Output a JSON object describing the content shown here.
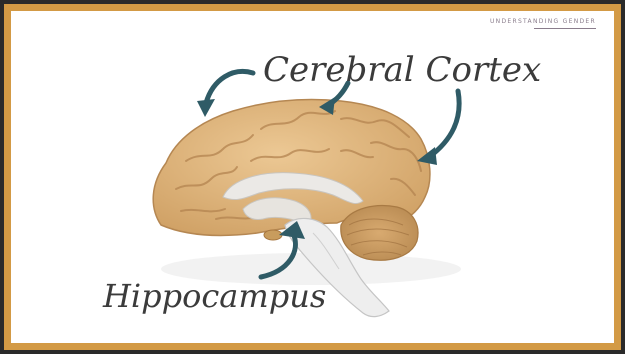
{
  "slide": {
    "brand": "UNDERSTANDING GENDER",
    "labels": {
      "cortex": "Cerebral Cortex",
      "hippocampus": "Hippocampus"
    },
    "colors": {
      "frame_gold": "#d39a45",
      "arrow_teal": "#2f5b66",
      "brain_tan": "#e2bd8c",
      "brain_shadow": "#b98d58",
      "corpus_callosum": "#e9e7e4"
    }
  }
}
